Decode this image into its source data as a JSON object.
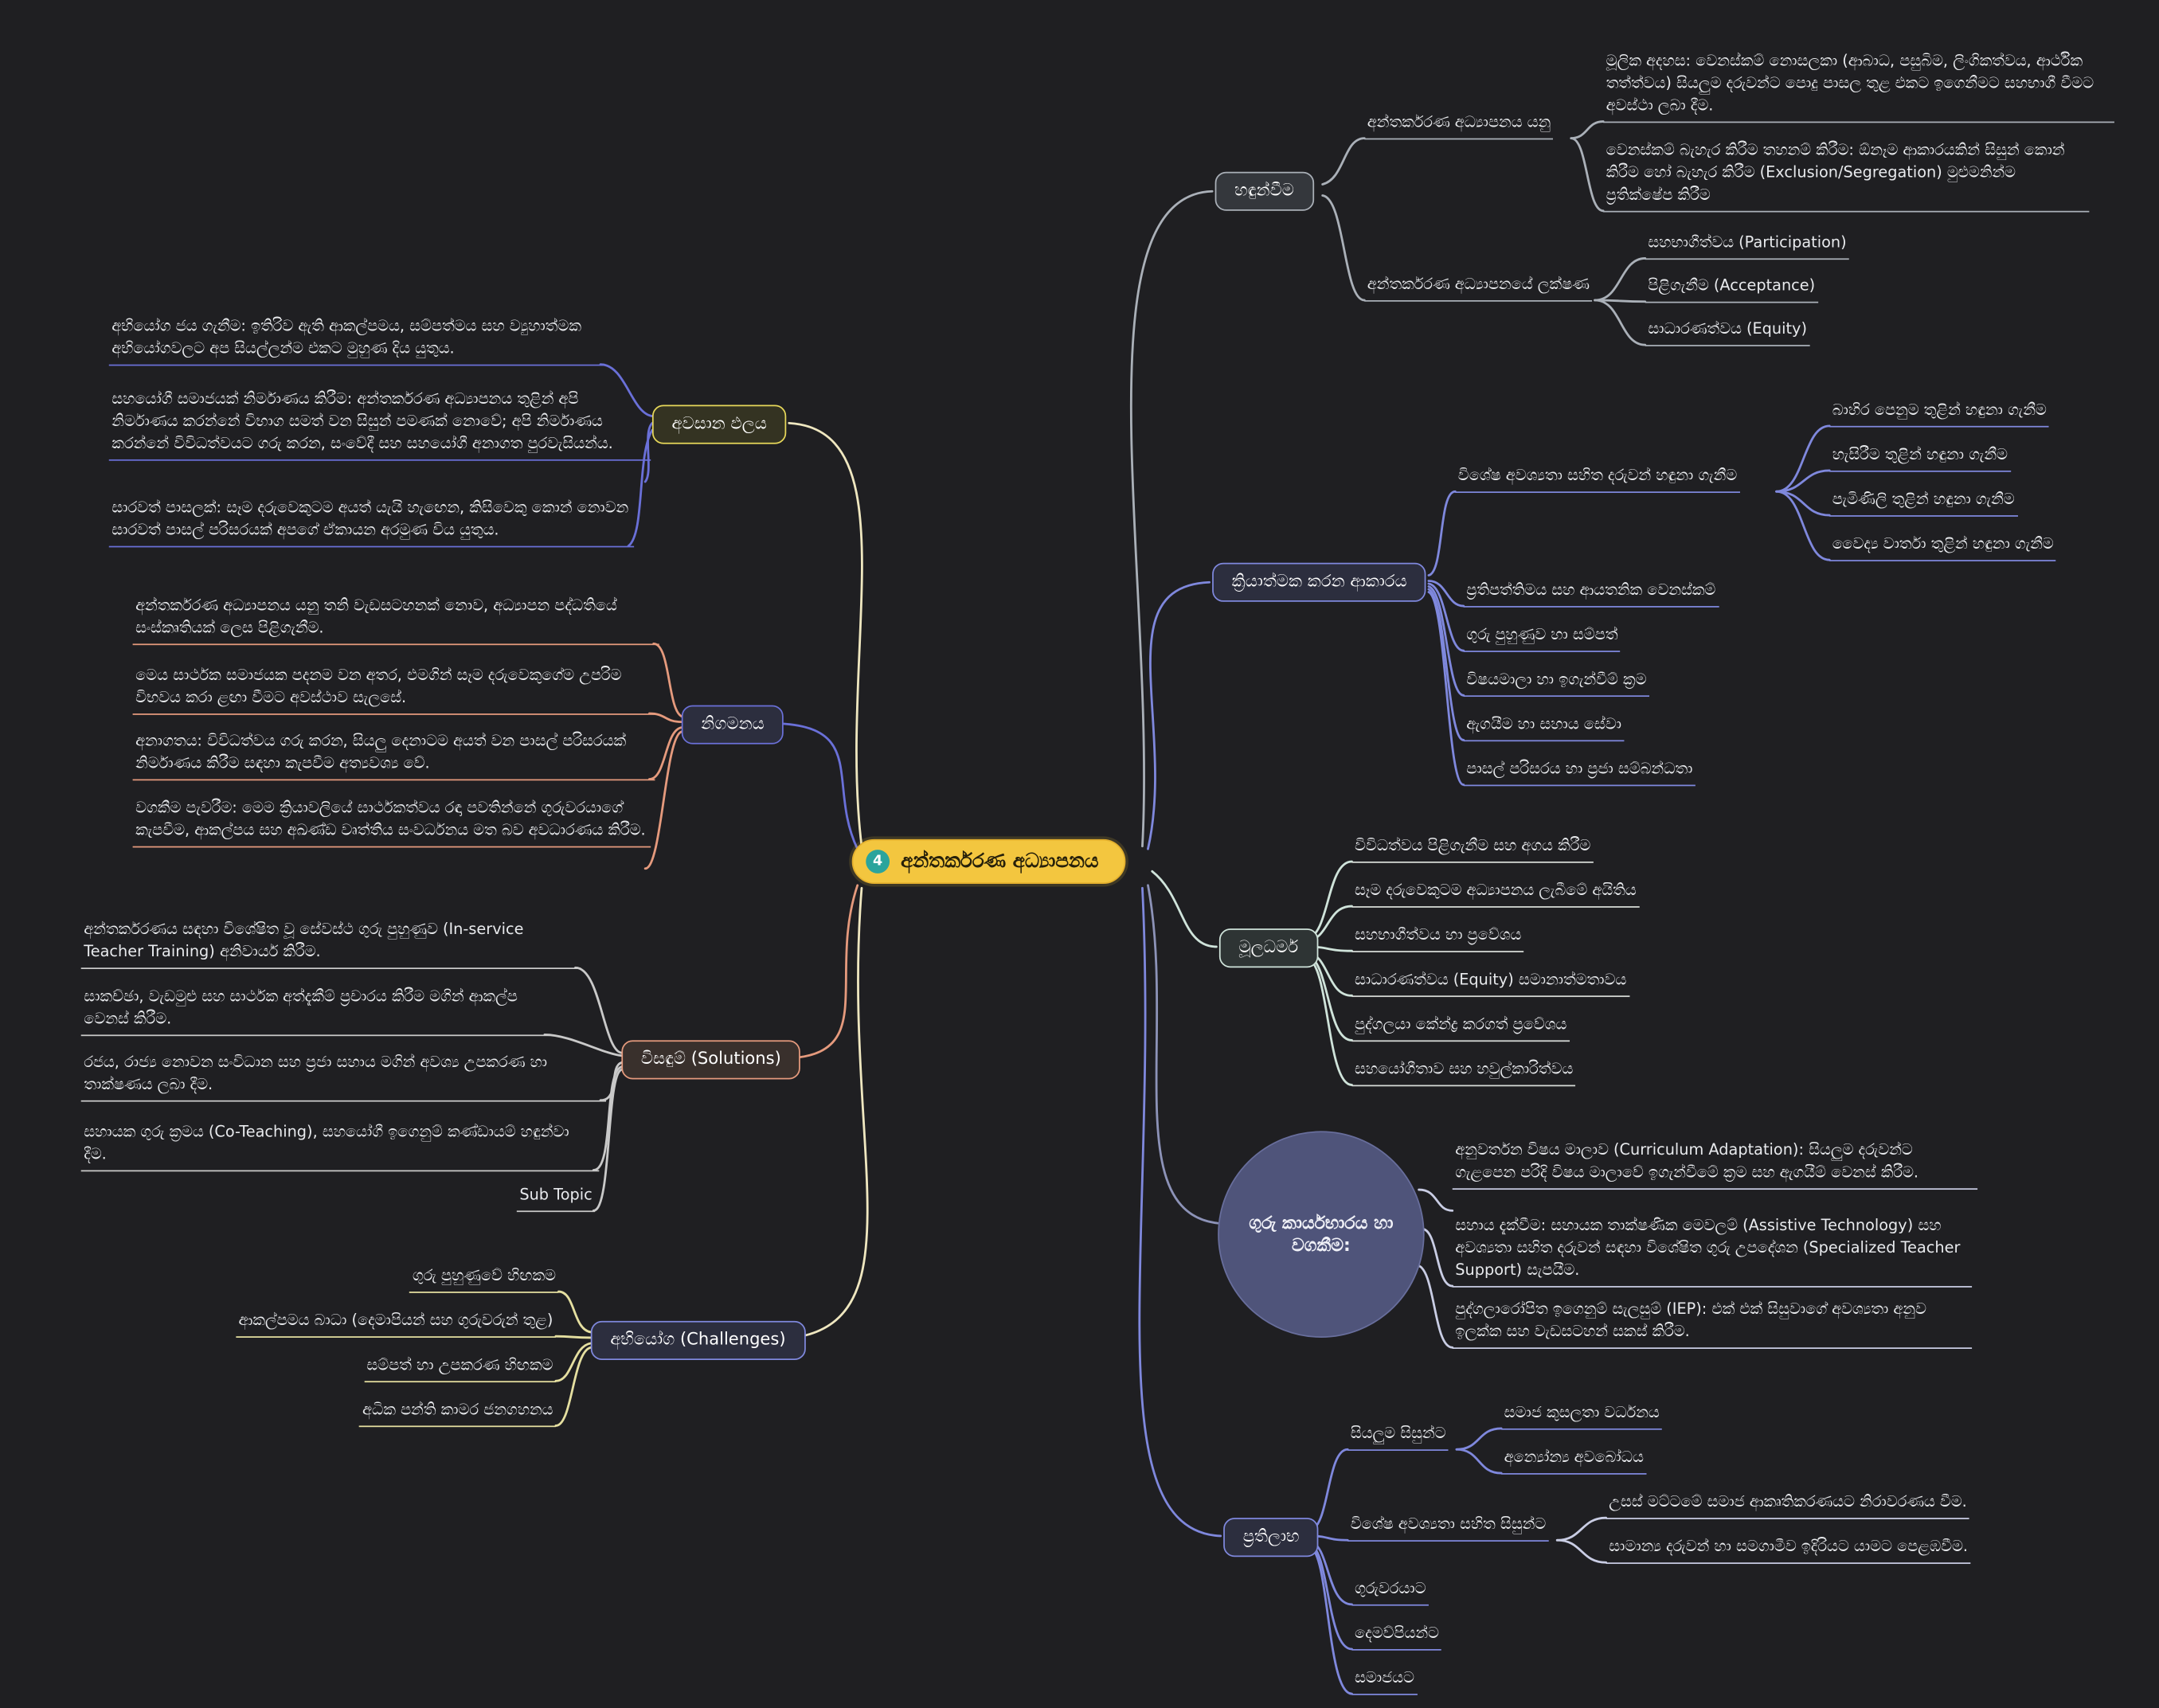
{
  "central": {
    "badge": "4",
    "label": "අන්තර්කරණ අධ්‍යාපනය"
  },
  "intro": {
    "label": "හඳුන්වීම",
    "def_label": "අන්තර්කරණ අධ්‍යාපනය යනු",
    "def_items": [
      "මූලික අදහස: වෙනස්කම් නොසලකා (ආබාධ, පසුබිම, ලිංගිකත්වය, ආර්ථික තත්ත්වය) සියලුම දරුවන්ට පොදු පාසල තුළ එකට ඉගෙනීමට සහභාගී වීමට අවස්ථා ලබා දීම.",
      "වෙනස්කම් බැහැර කිරීම තහනම් කිරීම: ඕනෑම ආකාරයකින් සිසුන් කොන් කිරීම හෝ බැහැර කිරීම (Exclusion/Segregation) මුළුමනින්ම ප්‍රතික්ෂේප කිරීම"
    ],
    "features_label": "අන්තර්කරණ අධ්‍යාපනයේ ලක්ෂණ",
    "features": [
      "සහභාගීත්වය (Participation)",
      "පිළිගැනීම (Acceptance)",
      "සාධාරණත්වය (Equity)"
    ]
  },
  "impl": {
    "label": "ක්‍රියාත්මක කරන ආකාරය",
    "identify_label": "විශේෂ අවශ්‍යතා සහිත දරුවන් හඳුනා ගැනීම",
    "identify_items": [
      "බාහිර පෙනුම තුළින් හඳුනා ගැනීම",
      "හැසිරීම තුළින් හඳුනා ගැනීම",
      "පැමිණිලි තුළින් හඳුනා ගැනීම",
      "වෛද්‍ය වාර්තා තුළින් හඳුනා ගැනීම"
    ],
    "items": [
      "ප්‍රතිපත්තිමය සහ ආයතනික වෙනස්කම්",
      "ගුරු පුහුණුව හා සම්පත්",
      "විෂයමාලා හා ඉගැන්වීම් ක්‍රම",
      "ඇගයීම හා සහාය සේවා",
      "පාසල් පරිසරය හා ප්‍රජා සම්බන්ධතා"
    ]
  },
  "principles": {
    "label": "මූලධර්ම",
    "items": [
      "විවිධත්වය පිළිගැනීම සහ අගය කිරීම",
      "සෑම දරුවෙකුටම අධ්‍යාපනය ලැබීමේ අයිතිය",
      "සහභාගීත්වය හා ප්‍රවේශය",
      "සාධාරණත්වය (Equity) සමානාත්මතාවය",
      "පුද්ගලයා කේන්ද්‍ර කරගත් ප්‍රවේශය",
      "සහයෝගීතාව සහ හවුල්කාරිත්වය"
    ]
  },
  "teacher": {
    "label": "ගුරු කාර්යභාරය හා වගකීම:",
    "items": [
      "අනුවර්තන විෂය මාලාව (Curriculum Adaptation): සියලුම දරුවන්ට ගැළපෙන පරිදි විෂය මාලාවේ ඉගැන්වීමේ ක්‍රම සහ ඇගයීම් වෙනස් කිරීම.",
      "සහාය දැක්වීම: සහායක තාක්ෂණික මෙවලම් (Assistive Technology) සහ අවශ්‍යතා සහිත දරුවන් සඳහා විශේෂිත ගුරු උපදේශන (Specialized Teacher Support) සැපයීම.",
      "පුද්ගලාරෝපිත ඉගෙනුම් සැලසුම් (IEP): එක් එක් සිසුවාගේ අවශ්‍යතා අනුව ඉලක්ක සහ වැඩසටහන් සකස් කිරීම."
    ]
  },
  "benefits": {
    "label": "ප්‍රතිලාභ",
    "all_label": "සියලුම සිසුන්ට",
    "all_items": [
      "සමාජ කුසලතා වර්ධනය",
      "අන්‍යෝන්‍ය අවබෝධය"
    ],
    "special_label": "විශේෂ අවශ්‍යතා සහිත සිසුන්ට",
    "special_items": [
      "උසස් මට්ටමේ සමාජ ආකෘතිකරණයට නිරාවරණය වීම.",
      "සාමාන්‍ය දරුවන් හා සමගාමීව ඉදිරියට යාමට පෙළඹවීම."
    ],
    "items": [
      "ගුරුවරයාට",
      "දෙමව්පියන්ට",
      "සමාජයට"
    ]
  },
  "final": {
    "label": "අවසාන ඵලය",
    "items": [
      "අභියෝග ජය ගැනීම: ඉතිරිව ඇති ආකල්පමය, සම්පත්මය සහ ව්‍යුහාත්මක අභියෝගවලට අප සියල්ලන්ම එකට මුහුණ දිය යුතුය.",
      "සහයෝගී සමාජයක් නිර්මාණය කිරීම: අන්තර්කරණ අධ්‍යාපනය තුළින් අපි නිර්මාණය කරන්නේ විභාග සමත් වන සිසුන් පමණක් නොවේ; අපි නිර්මාණය කරන්නේ විවිධත්වයට ගරු කරන, සංවේදී සහ සහයෝගී අනාගත පුරවැසියන්ය.",
      "සාරවත් පාසලක්: සෑම දරුවෙකුටම අයත් යැයි හැඟෙන, කිසිවෙකු කොන් නොවන සාරවත් පාසල් පරිසරයක් අපගේ ඒකායන අරමුණ විය යුතුය."
    ]
  },
  "conclusion": {
    "label": "නිගමනය",
    "items": [
      "අන්තර්කරණ අධ්‍යාපනය යනු තනි වැඩසටහනක් නොව, අධ්‍යාපන පද්ධතියේ සංස්කෘතියක් ලෙස පිළිගැනීම.",
      "මෙය සාර්ථක සමාජයක පදනම වන අතර, එමගින් සෑම දරුවෙකුගේම උපරිම විභවය කරා ළඟා වීමට අවස්ථාව සැලසේ.",
      "අනාගතය: විවිධත්වය ගරු කරන, සියලු දෙනාටම අයත් වන පාසල් පරිසරයක් නිර්මාණය කිරීම සඳහා කැපවීම අත්‍යවශ්‍ය වේ.",
      "වගකීම පැවරීම: මෙම ක්‍රියාවලියේ සාර්ථකත්වය රඳා පවතින්නේ ගුරුවරයාගේ කැපවීම, ආකල්පය සහ අඛණ්ඩ වෘත්තීය සංවර්ධනය මත බව අවධාරණය කිරීම."
    ]
  },
  "solutions": {
    "label": "විසඳුම් (Solutions)",
    "items": [
      "අන්තර්කරණය සඳහා විශේෂිත වූ සේවස්ථ ගුරු පුහුණුව (In-service Teacher Training) අනිවාර්ය කිරීම.",
      "සාකච්ඡා, වැඩමුළු සහ සාර්ථක අත්දැකීම් ප්‍රචාරය කිරීම මගින් ආකල්ප වෙනස් කිරීම.",
      "රජය, රාජ්‍ය නොවන සංවිධාන සහ ප්‍රජා සහාය මගින් අවශ්‍ය උපකරණ හා තාක්ෂණය ලබා දීම.",
      "සහායක ගුරු ක්‍රමය (Co-Teaching), සහයෝගී ඉගෙනුම් කණ්ඩායම් හඳුන්වා දීම."
    ],
    "sub_topic": "Sub Topic"
  },
  "challenges": {
    "label": "අභියෝග (Challenges)",
    "items": [
      "ගුරු පුහුණුවේ හිඟකම",
      "ආකල්පමය බාධා (දෙමාපියන් සහ ගුරුවරුන් තුළ)",
      "සම්පත් හා උපකරණ හිඟකම",
      "අධික පන්ති කාමර ජනගහනය"
    ]
  },
  "colors": {
    "background": "#1f1f22",
    "central_fill": "#f3c63f",
    "badge_teal": "#2aa49c",
    "branch_gray": "#aab0b8",
    "branch_purple": "#7f88dd",
    "branch_indigo": "#6a70d8",
    "branch_mint": "#cfe3da",
    "branch_slate": "#8d93b8",
    "branch_cream": "#efe7c0",
    "branch_salmon": "#e59a7d",
    "branch_khaki": "#e5dfa0",
    "circle_fill": "#4f547a"
  }
}
